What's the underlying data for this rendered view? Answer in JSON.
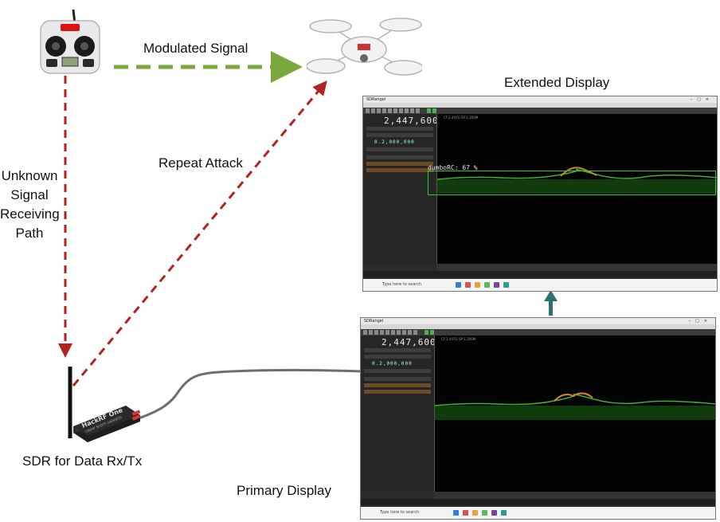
{
  "labels": {
    "modulated_signal": "Modulated Signal",
    "extended_display": "Extended Display",
    "repeat_attack": "Repeat Attack",
    "unknown_signal_lines": [
      "Unknown",
      "Signal",
      "Receiving",
      "Path"
    ],
    "sdr_caption": "SDR for Data Rx/Tx",
    "primary_display": "Primary Display"
  },
  "sdr_device": {
    "brand_lines": [
      "HackRF One",
      "GREAT SCOTT GADGETS"
    ]
  },
  "extended_window": {
    "title": "SDRangel",
    "frequency": "2,447,600",
    "detection_label": "dumboRC: 67 %",
    "spectrum_caption": "CF:2.447G SP:1.200M",
    "search_placeholder": "Type here to search"
  },
  "primary_window": {
    "title": "SDRangel",
    "frequency": "2,447,600",
    "spectrum_caption": "CF:2.447G SP:1.200M",
    "search_placeholder": "Type here to search"
  },
  "colors": {
    "modulated_arrow": "#7aa83a",
    "attack_arrow": "#b22222",
    "connector_arrow": "#2e6f73",
    "cable": "#6e6e6e",
    "spectrum_trace": "#3fae2f",
    "spectrum_peak": "#d2862a"
  },
  "icons": [
    "remote-controller-icon",
    "drone-icon",
    "sdr-device-icon",
    "up-arrow-icon"
  ]
}
